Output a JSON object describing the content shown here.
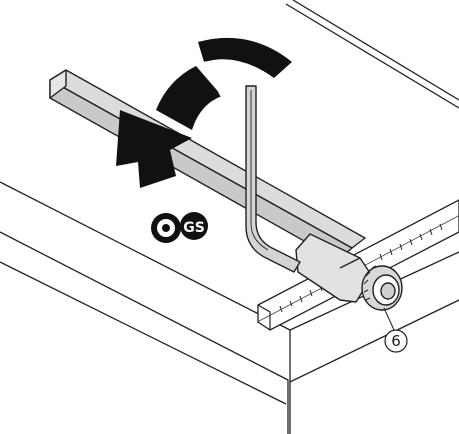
{
  "figure": {
    "callout": {
      "number": "6",
      "refers_to": "adjustment-knob"
    },
    "parts": {
      "tool": "hex-key",
      "action": "rotate-counterclockwise",
      "rail": "guide-rail",
      "scale": "ruler-scale",
      "base": "cutter-base",
      "mark": "gs-mark"
    },
    "colors": {
      "line": "#222222",
      "arrow": "#111111",
      "rail_fill": "#d9d9d9",
      "key_fill": "#d0d0d0",
      "paper": "#ffffff"
    }
  }
}
